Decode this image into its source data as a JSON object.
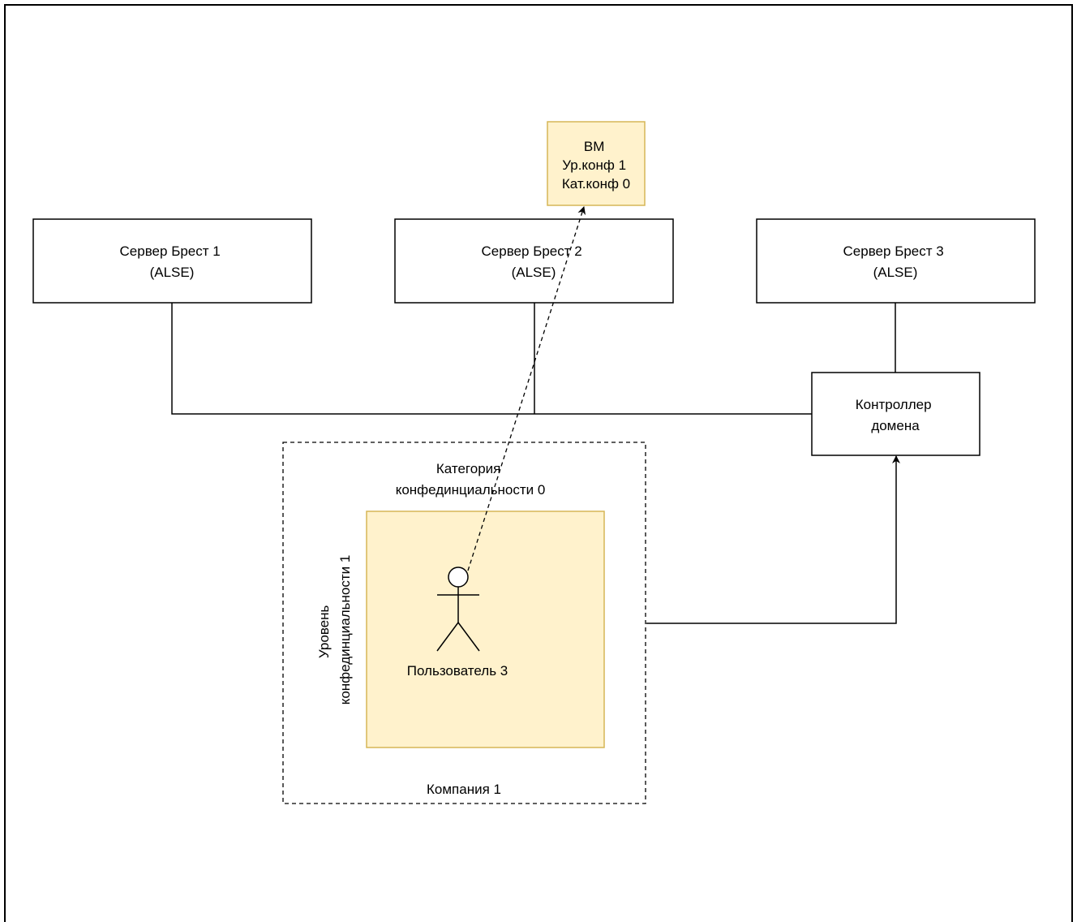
{
  "diagram": {
    "vm": {
      "lines": [
        "ВМ",
        "Ур.конф 1",
        "Кат.конф 0"
      ],
      "fill": "#fff2cc",
      "stroke": "#d6b656"
    },
    "servers": [
      {
        "lines": [
          "Сервер Брест 1",
          "(ALSE)"
        ]
      },
      {
        "lines": [
          "Сервер Брест 2",
          "(ALSE)"
        ]
      },
      {
        "lines": [
          "Сервер Брест 3",
          "(ALSE)"
        ]
      }
    ],
    "domain_controller": {
      "lines": [
        "Контроллер",
        "домена"
      ]
    },
    "company": {
      "label": "Компания 1",
      "category_lines": [
        "Категория",
        "конфединциальности 0"
      ]
    },
    "level_zone": {
      "vertical_lines": [
        "Уровень",
        "конфединциальности 1"
      ],
      "fill": "#fff2cc",
      "stroke": "#d6b656"
    },
    "user": {
      "label": "Пользователь 3"
    }
  }
}
